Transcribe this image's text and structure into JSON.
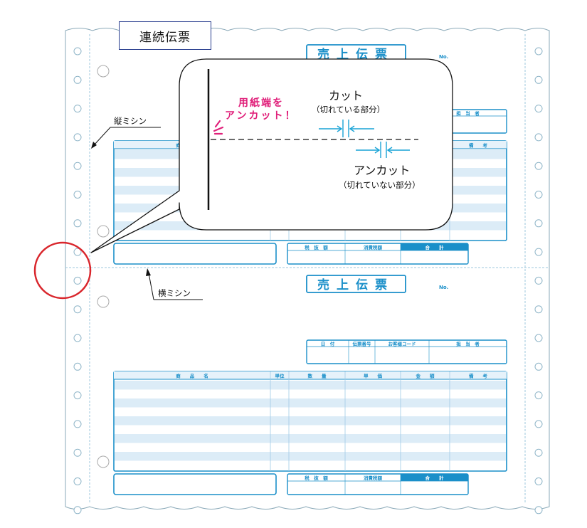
{
  "badge_title": "連続伝票",
  "form": {
    "title": "売上伝票",
    "no_label": "No.",
    "info_headers": [
      "日　付",
      "伝票番号",
      "お客様コード",
      "担　当　者"
    ],
    "table_headers": [
      "商　　品　　名",
      "単位",
      "数　　量",
      "単　　価",
      "金　　額",
      "備　　考"
    ],
    "footer_labels": [
      "税　抜　額",
      "消費税額",
      "合　　計"
    ]
  },
  "callout": {
    "note": "用紙端を\nアンカット！",
    "cut_label": "カット",
    "cut_sub": "（切れている部分）",
    "uncut_label": "アンカット",
    "uncut_sub": "（切れていない部分）"
  },
  "labels": {
    "vertical_perforation": "縦ミシン",
    "horizontal_perforation": "横ミシン"
  },
  "colors": {
    "form_blue": "#1a8fc9",
    "stripe": "#dcecf7",
    "accent_pink": "#e0207a",
    "cut_arrow": "#19a3d6",
    "highlight_circle": "#d9262c",
    "badge_border": "#243a8c",
    "hole": "#8fb5c8"
  }
}
